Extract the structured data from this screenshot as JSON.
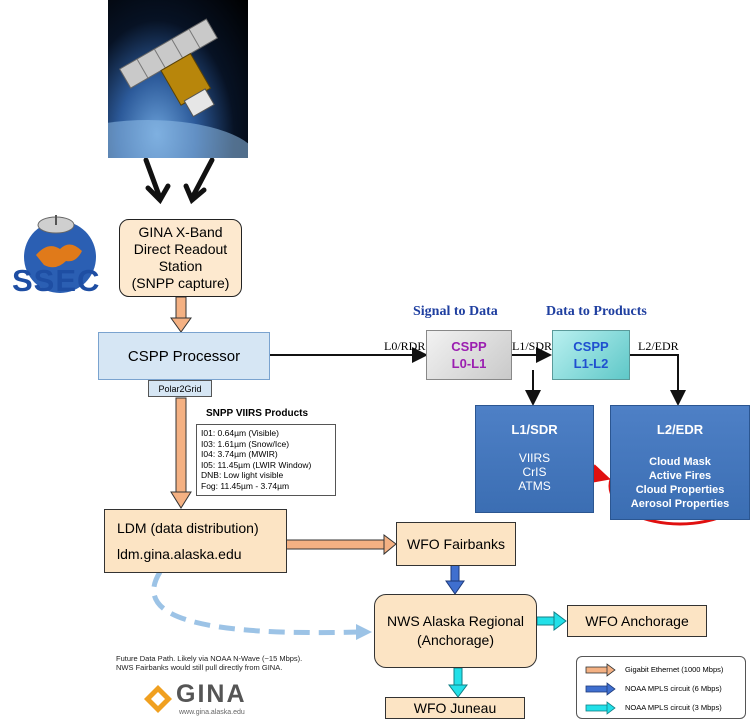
{
  "satellite": {
    "alt": "satellite"
  },
  "ssec": {
    "logo_text": "SSEC"
  },
  "gina_station": {
    "lines": [
      "GINA X-Band",
      "Direct Readout",
      "Station",
      "(SNPP capture)"
    ]
  },
  "cspp_processor": {
    "label": "CSPP Processor",
    "tag": "Polar2Grid"
  },
  "signal_to_data": {
    "title": "Signal to Data",
    "box_line1": "CSPP",
    "box_line2": "L0-L1",
    "in_label": "L0/RDR",
    "out_label": "L1/SDR"
  },
  "data_to_products": {
    "title": "Data to Products",
    "box_line1": "CSPP",
    "box_line2": "L1-L2",
    "out_label": "L2/EDR"
  },
  "l1_panel": {
    "title": "L1/SDR",
    "items": [
      "VIIRS",
      "CrIS",
      "ATMS"
    ]
  },
  "l2_panel": {
    "title": "L2/EDR",
    "items": [
      "Cloud Mask",
      "Active Fires",
      "Cloud Properties",
      "Aerosol Properties"
    ]
  },
  "viirs_products": {
    "title": "SNPP VIIRS Products",
    "items": [
      "I01: 0.64µm (Visible)",
      "I03: 1.61µm (Snow/Ice)",
      "I04: 3.74µm (MWIR)",
      "I05: 11.45µm (LWIR Window)",
      "DNB: Low light visible",
      "Fog:  11.45µm - 3.74µm"
    ]
  },
  "ldm": {
    "label": "LDM (data distribution)",
    "url": "ldm.gina.alaska.edu"
  },
  "wfo_fairbanks": {
    "label": "WFO Fairbanks"
  },
  "nws_alaska": {
    "line1": "NWS Alaska Regional",
    "line2": "(Anchorage)"
  },
  "wfo_anchorage": {
    "label": "WFO Anchorage"
  },
  "wfo_juneau": {
    "label": "WFO Juneau"
  },
  "future_note": {
    "line1": "Future Data Path. Likely via NOAA N-Wave (~15 Mbps).",
    "line2": "NWS Fairbanks would still pull directly from GINA."
  },
  "gina_logo": {
    "text": "GINA",
    "url": "www.gina.alaska.edu"
  },
  "legend": {
    "items": [
      {
        "label": "Gigabit Ethernet (1000 Mbps)",
        "color": "#f4b183"
      },
      {
        "label": "NOAA MPLS circuit (6 Mbps)",
        "color": "#3f6fcf"
      },
      {
        "label": "NOAA MPLS circuit (3 Mbps)",
        "color": "#22e0e8"
      }
    ]
  }
}
